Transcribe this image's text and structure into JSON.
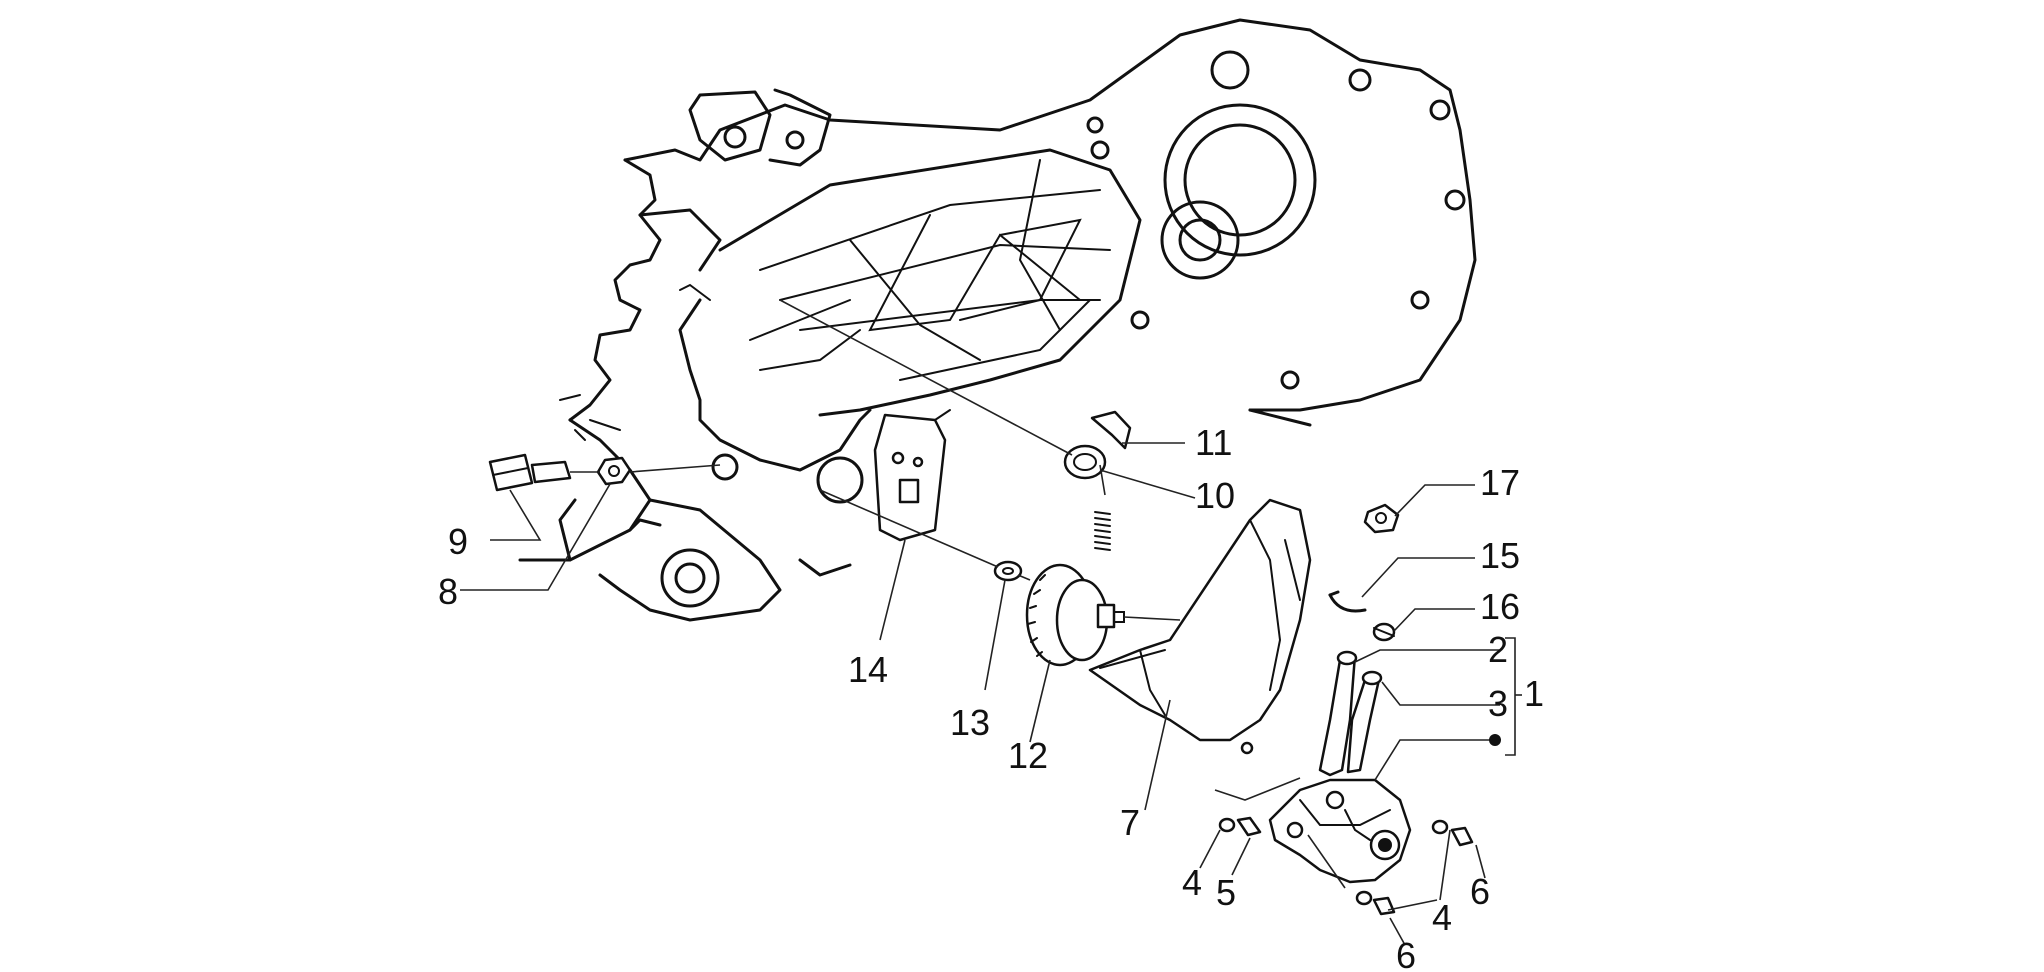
{
  "diagram": {
    "callouts": {
      "c1": "1",
      "c2": "2",
      "c3": "3",
      "c4a": "4",
      "c4b": "4",
      "c5": "5",
      "c6a": "6",
      "c6b": "6",
      "c7": "7",
      "c8": "8",
      "c9": "9",
      "c10": "10",
      "c11": "11",
      "c12": "12",
      "c13": "13",
      "c14": "14",
      "c15": "15",
      "c16": "16",
      "c17": "17"
    }
  }
}
